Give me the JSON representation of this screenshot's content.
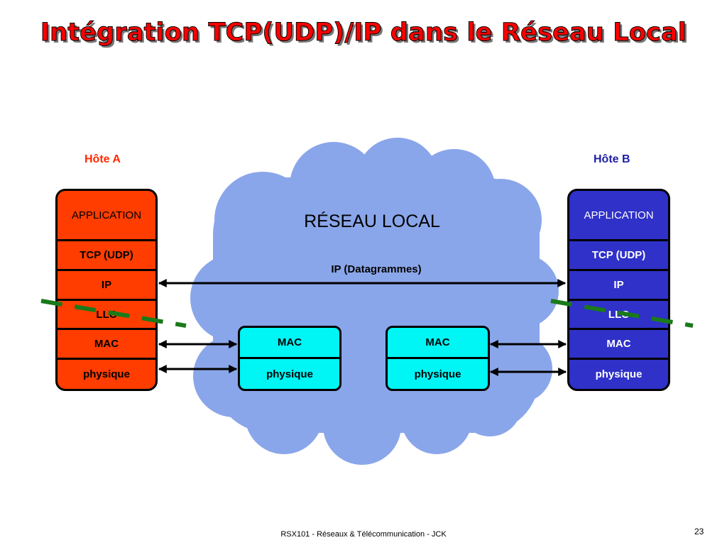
{
  "title": "Intégration TCP(UDP)/IP dans le Réseau Local",
  "host_a": {
    "label": "Hôte A",
    "color": "#ff3d00",
    "layers": [
      "APPLICATION",
      "TCP (UDP)",
      "IP",
      "LLC",
      "MAC",
      "physique"
    ]
  },
  "host_b": {
    "label": "Hôte B",
    "color": "#2f31c8",
    "layers": [
      "APPLICATION",
      "TCP (UDP)",
      "IP",
      "LLC",
      "MAC",
      "physique"
    ]
  },
  "network": {
    "label": "RÉSEAU LOCAL",
    "cloud_color": "#8aa6ea",
    "ip_link_label": "IP (Datagrammes)",
    "device_1": {
      "top": "MAC",
      "bottom": "physique"
    },
    "device_2": {
      "top": "MAC",
      "bottom": "physique"
    },
    "device_color": "#00f5f5"
  },
  "separator_color": "#1a7a1a",
  "footer": "RSX101 - Réseaux & Télécommunication - JCK",
  "page_number": "23"
}
